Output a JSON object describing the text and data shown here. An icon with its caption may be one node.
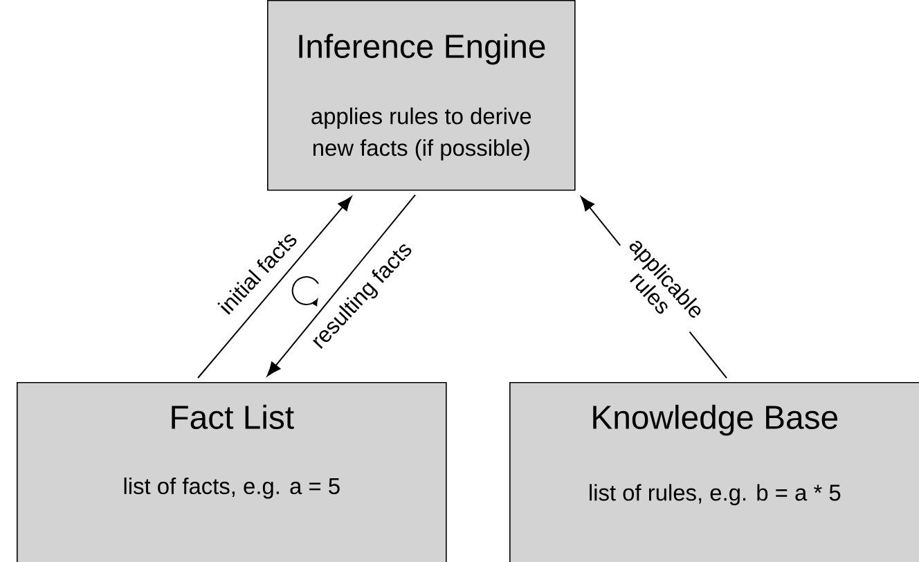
{
  "diagram": {
    "nodes": [
      {
        "text": [
          "Inference Engine",
          "applies rules to derive new facts (if possible)"
        ]
      },
      {
        "text": [
          "Fact List",
          "list of facts, e.g. a = 5"
        ]
      },
      {
        "text": [
          "Knowledge Base",
          "list of rules, e.g. b = a * 5"
        ]
      }
    ],
    "edges": [
      {
        "from": 1,
        "to": 0,
        "arrow": "to",
        "label": "initial facts"
      },
      {
        "from": 0,
        "to": 1,
        "arrow": "to",
        "label": "resulting facts"
      },
      {
        "from": 2,
        "to": 0,
        "arrow": "to",
        "label": "applicable rules"
      }
    ]
  }
}
